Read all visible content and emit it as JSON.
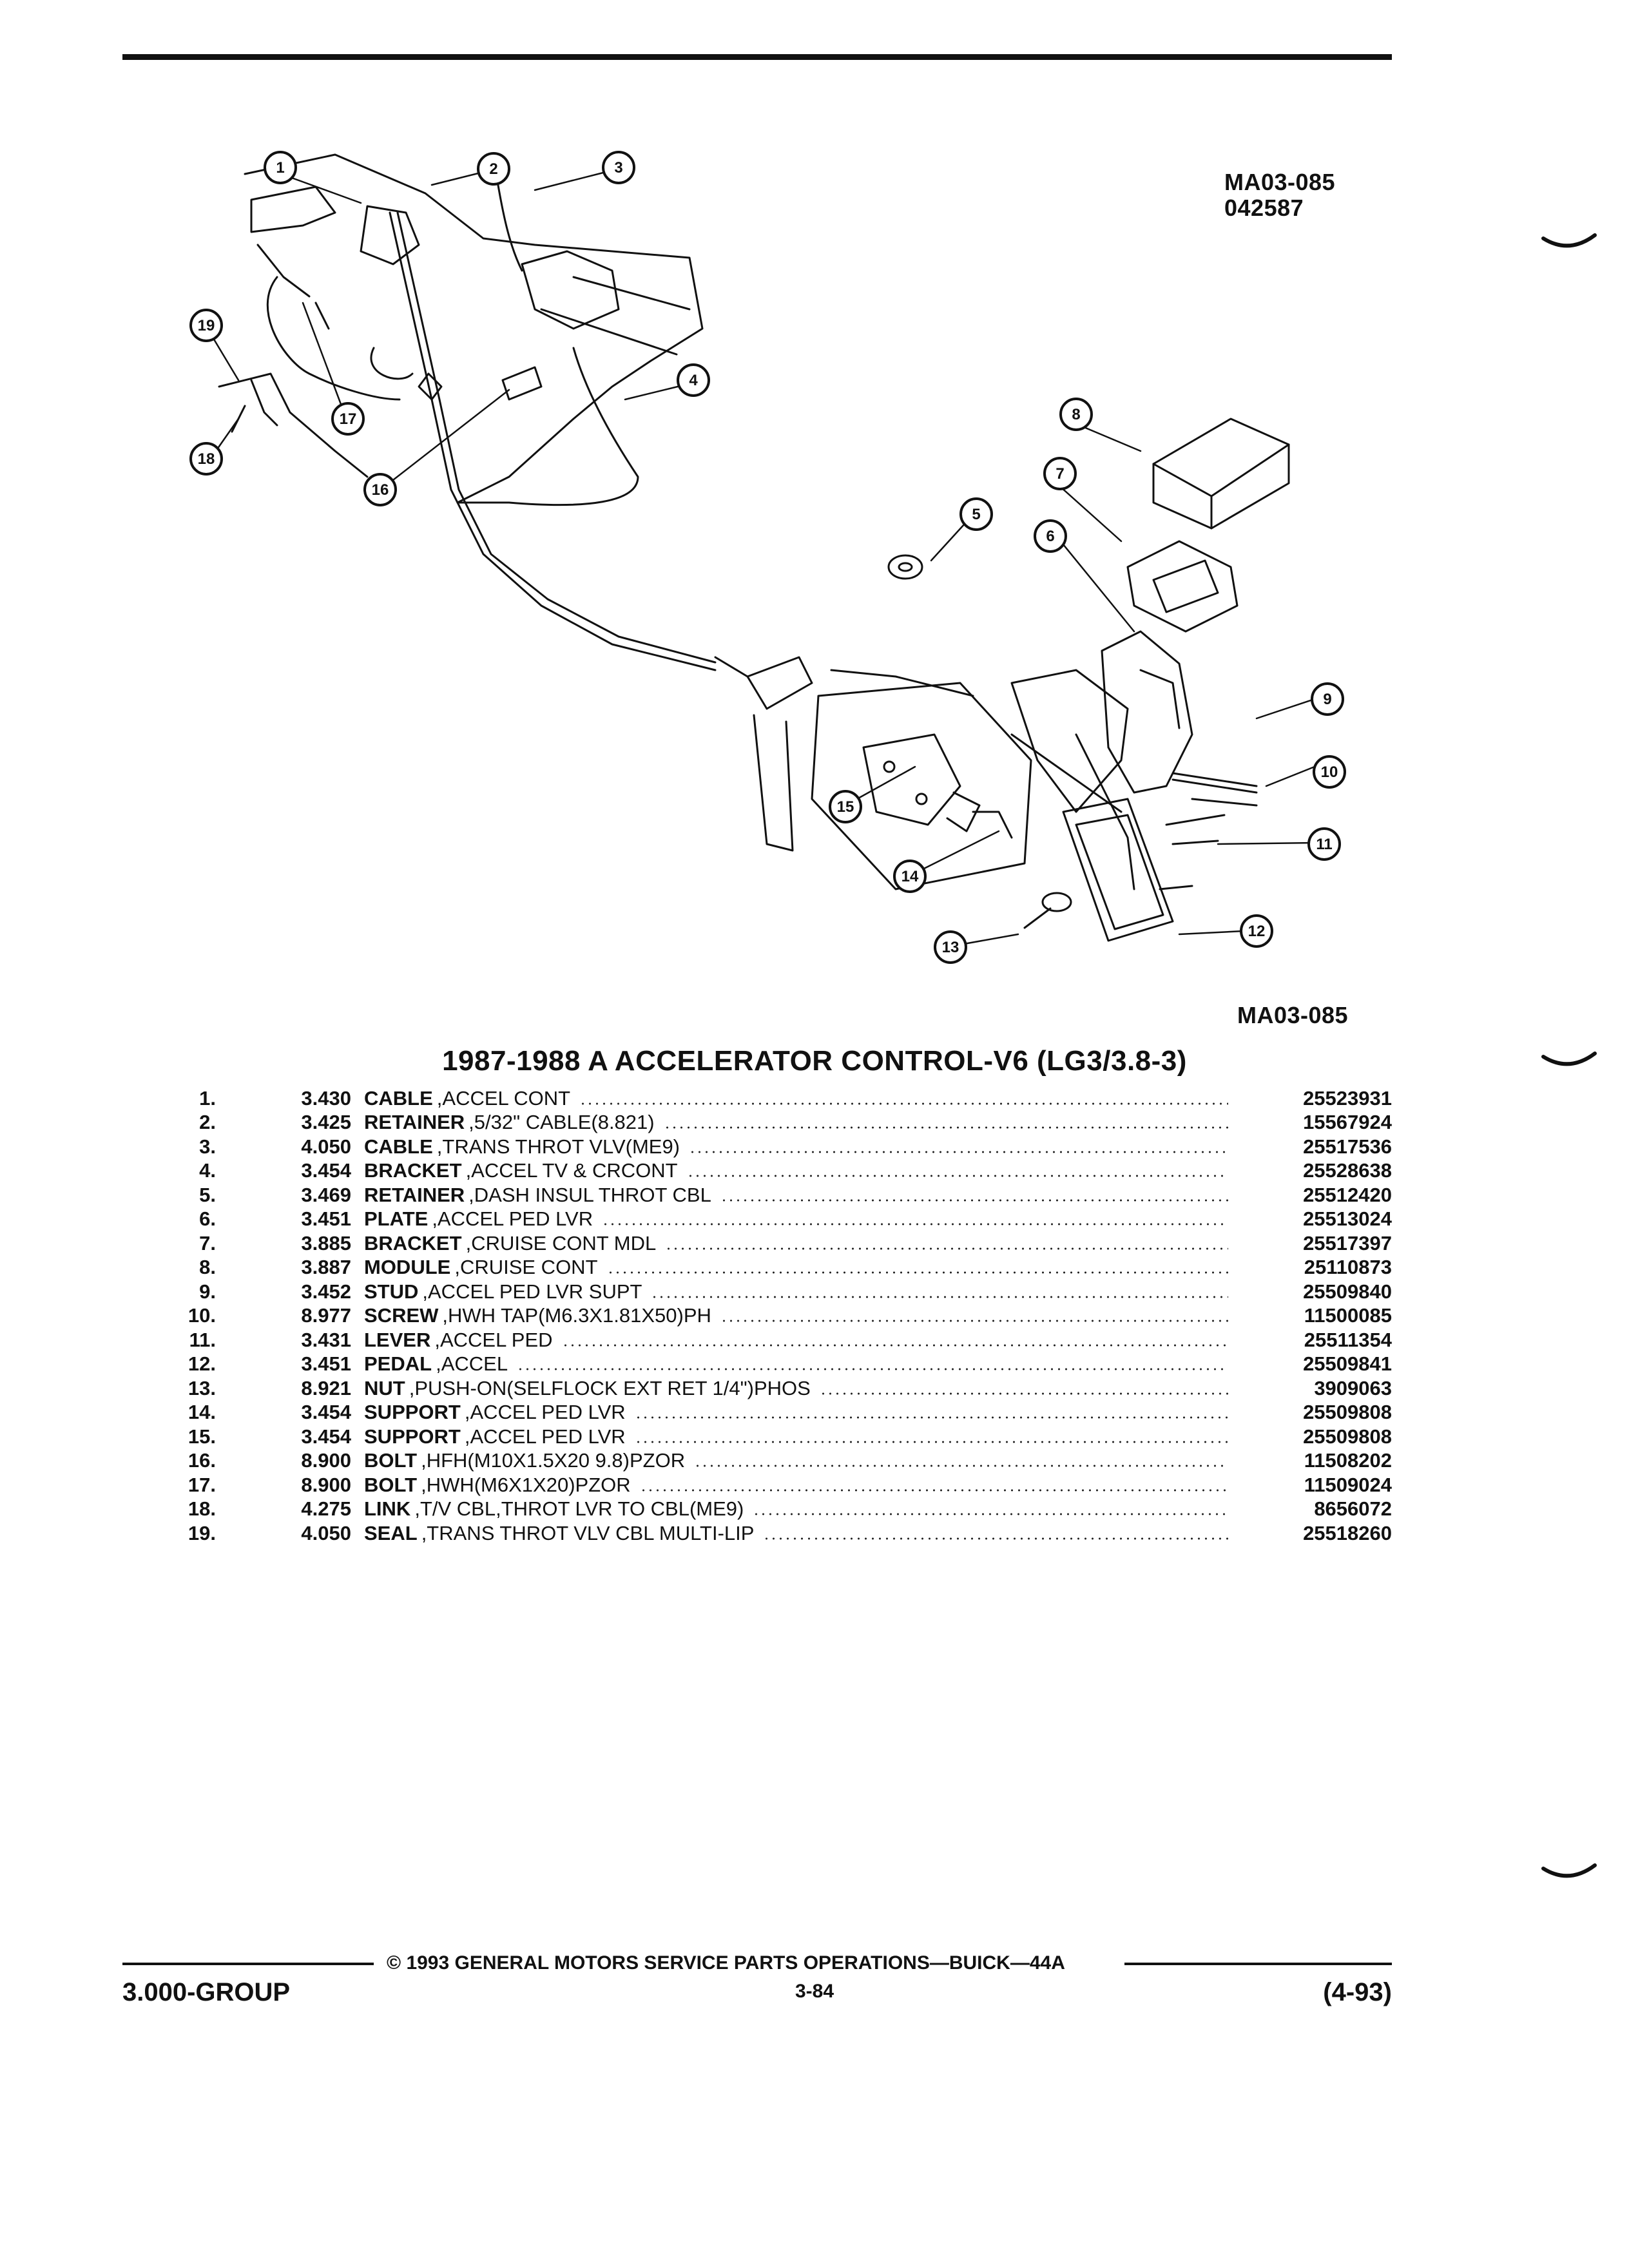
{
  "diagram": {
    "code_top": "MA03-085",
    "date_code": "042587",
    "code_bottom": "MA03-085",
    "callouts": [
      "1",
      "2",
      "3",
      "4",
      "5",
      "6",
      "7",
      "8",
      "9",
      "10",
      "11",
      "12",
      "13",
      "14",
      "15",
      "16",
      "17",
      "18",
      "19"
    ]
  },
  "title": "1987-1988 A ACCELERATOR CONTROL-V6 (LG3/3.8-3)",
  "parts": [
    {
      "num": "1.",
      "group": "3.430",
      "name": "CABLE",
      "desc": ",ACCEL CONT",
      "part_no": "25523931"
    },
    {
      "num": "2.",
      "group": "3.425",
      "name": "RETAINER",
      "desc": ",5/32\" CABLE(8.821)",
      "part_no": "15567924"
    },
    {
      "num": "3.",
      "group": "4.050",
      "name": "CABLE",
      "desc": ",TRANS THROT VLV(ME9)",
      "part_no": "25517536"
    },
    {
      "num": "4.",
      "group": "3.454",
      "name": "BRACKET",
      "desc": ",ACCEL TV & CRCONT",
      "part_no": "25528638"
    },
    {
      "num": "5.",
      "group": "3.469",
      "name": "RETAINER",
      "desc": ",DASH INSUL THROT CBL",
      "part_no": "25512420"
    },
    {
      "num": "6.",
      "group": "3.451",
      "name": "PLATE",
      "desc": ",ACCEL PED LVR",
      "part_no": "25513024"
    },
    {
      "num": "7.",
      "group": "3.885",
      "name": "BRACKET",
      "desc": ",CRUISE CONT MDL",
      "part_no": "25517397"
    },
    {
      "num": "8.",
      "group": "3.887",
      "name": "MODULE",
      "desc": ",CRUISE CONT",
      "part_no": "25110873"
    },
    {
      "num": "9.",
      "group": "3.452",
      "name": "STUD",
      "desc": ",ACCEL PED LVR SUPT",
      "part_no": "25509840"
    },
    {
      "num": "10.",
      "group": "8.977",
      "name": "SCREW",
      "desc": ",HWH TAP(M6.3X1.81X50)PH",
      "part_no": "11500085"
    },
    {
      "num": "11.",
      "group": "3.431",
      "name": "LEVER",
      "desc": ",ACCEL PED",
      "part_no": "25511354"
    },
    {
      "num": "12.",
      "group": "3.451",
      "name": "PEDAL",
      "desc": ",ACCEL",
      "part_no": "25509841"
    },
    {
      "num": "13.",
      "group": "8.921",
      "name": "NUT",
      "desc": ",PUSH-ON(SELFLOCK EXT RET 1/4\")PHOS",
      "part_no": "3909063"
    },
    {
      "num": "14.",
      "group": "3.454",
      "name": "SUPPORT",
      "desc": ",ACCEL PED LVR",
      "part_no": "25509808"
    },
    {
      "num": "15.",
      "group": "3.454",
      "name": "SUPPORT",
      "desc": ",ACCEL PED LVR",
      "part_no": "25509808"
    },
    {
      "num": "16.",
      "group": "8.900",
      "name": "BOLT",
      "desc": ",HFH(M10X1.5X20 9.8)PZOR",
      "part_no": "11508202"
    },
    {
      "num": "17.",
      "group": "8.900",
      "name": "BOLT",
      "desc": ",HWH(M6X1X20)PZOR",
      "part_no": "11509024"
    },
    {
      "num": "18.",
      "group": "4.275",
      "name": "LINK",
      "desc": ",T/V CBL,THROT LVR TO CBL(ME9)",
      "part_no": "8656072"
    },
    {
      "num": "19.",
      "group": "4.050",
      "name": "SEAL",
      "desc": ",TRANS THROT VLV CBL MULTI-LIP",
      "part_no": "25518260"
    }
  ],
  "footer": {
    "copyright": "© 1993 GENERAL MOTORS SERVICE PARTS OPERATIONS—BUICK—44A",
    "group": "3.000-GROUP",
    "page": "3-84",
    "date": "(4-93)"
  }
}
